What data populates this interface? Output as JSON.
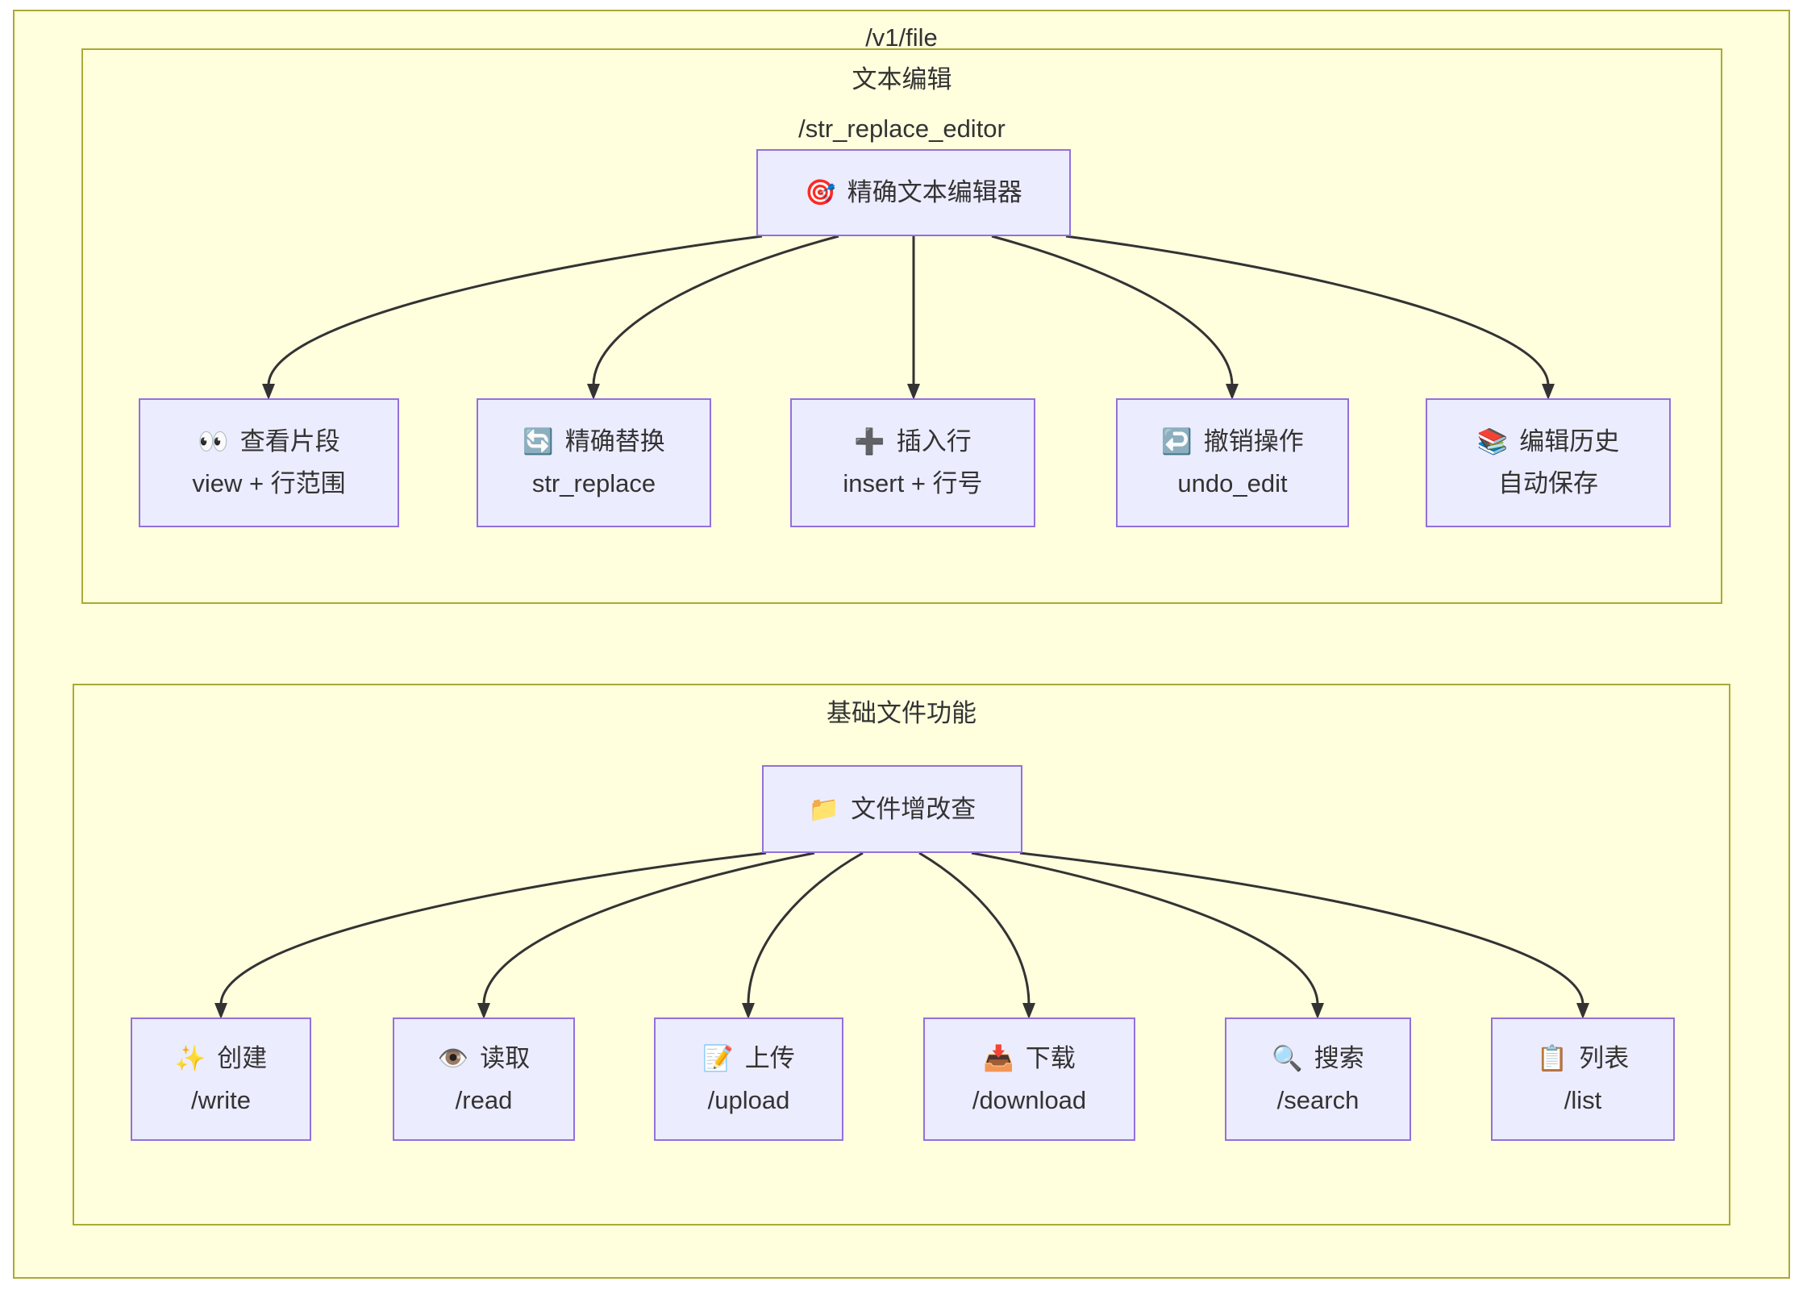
{
  "diagram": {
    "title": "/v1/file",
    "colors": {
      "cluster_fill": "#ffffde",
      "cluster_border": "#aaaa33",
      "node_fill": "#ececff",
      "node_border": "#9370db",
      "edge": "#333333",
      "text": "#333333"
    },
    "clusters": [
      {
        "title_lines": [
          "文本编辑",
          "/str_replace_editor"
        ],
        "root": {
          "icon": "🎯",
          "label": "精确文本编辑器"
        },
        "children": [
          {
            "icon": "👀",
            "line1": "查看片段",
            "line2": "view + 行范围"
          },
          {
            "icon": "🔄",
            "line1": "精确替换",
            "line2": "str_replace"
          },
          {
            "icon": "➕",
            "line1": "插入行",
            "line2": "insert + 行号"
          },
          {
            "icon": "↩️",
            "line1": "撤销操作",
            "line2": "undo_edit"
          },
          {
            "icon": "📚",
            "line1": "编辑历史",
            "line2": "自动保存"
          }
        ]
      },
      {
        "title_lines": [
          "基础文件功能"
        ],
        "root": {
          "icon": "📁",
          "label": "文件增改查"
        },
        "children": [
          {
            "icon": "✨",
            "line1": "创建",
            "line2": "/write"
          },
          {
            "icon": "👁️",
            "line1": "读取",
            "line2": "/read"
          },
          {
            "icon": "📝",
            "line1": "上传",
            "line2": "/upload"
          },
          {
            "icon": "📥",
            "line1": "下载",
            "line2": "/download"
          },
          {
            "icon": "🔍",
            "line1": "搜索",
            "line2": "/search"
          },
          {
            "icon": "📋",
            "line1": "列表",
            "line2": "/list"
          }
        ]
      }
    ]
  }
}
